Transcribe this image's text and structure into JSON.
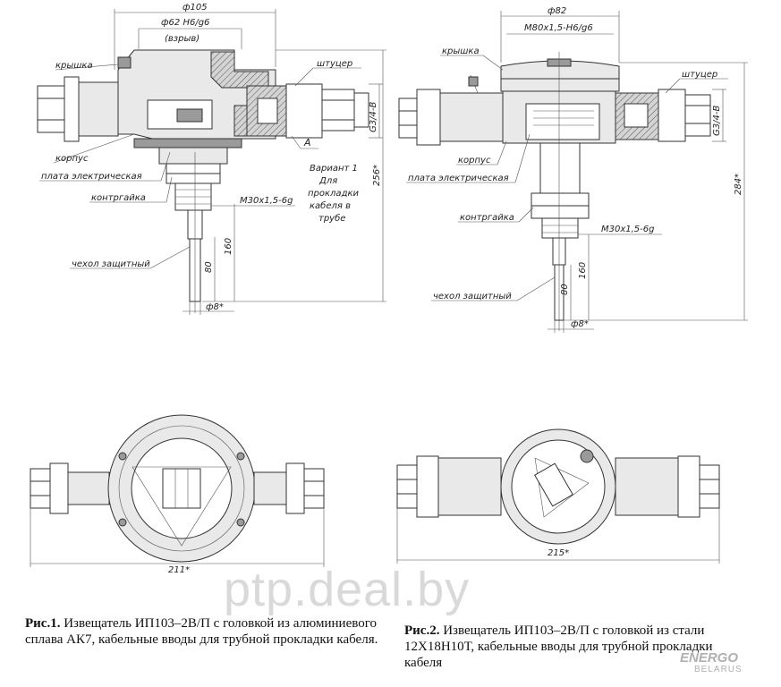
{
  "fig1": {
    "labels": {
      "cover": "крышка",
      "housing": "корпус",
      "board": "плата электрическая",
      "locknut": "контргайка",
      "sleeve": "чехол защитный",
      "fitting": "штуцер"
    },
    "dims": {
      "d105": "ф105",
      "d62": "ф62 H6/g6",
      "explosion": "(взрыв)",
      "thread_m30": "М30х1,5-6g",
      "g34": "G3/4-B",
      "h256": "256*",
      "h160": "160",
      "h80": "80",
      "d8": "ф8*",
      "w211": "211*"
    },
    "variant": {
      "marker": "А",
      "line1": "Вариант 1",
      "line2": "Для",
      "line3": "прокладки",
      "line4": "кабеля в",
      "line5": "трубе"
    },
    "caption": {
      "bold": "Рис.1.",
      "text": " Извещатель ИП103–2В/П с головкой из алюминиевого сплава АК7, кабельные вводы для трубной прокладки кабеля."
    }
  },
  "fig2": {
    "labels": {
      "cover": "крышка",
      "housing": "корпус",
      "board": "плата электрическая",
      "locknut": "контргайка",
      "sleeve": "чехол защитный",
      "fitting": "штуцер"
    },
    "dims": {
      "d82": "ф82",
      "thread_m80": "М80х1,5-H6/g6",
      "thread_m30": "М30х1,5-6g",
      "g34": "G3/4-B",
      "h284": "284*",
      "h160": "160",
      "h80": "80",
      "d8": "ф8*",
      "w215": "215*"
    },
    "caption": {
      "bold": "Рис.2.",
      "text": " Извещатель ИП103–2В/П с головкой из стали 12Х18Н10Т, кабельные вводы для трубной прокладки кабеля"
    }
  },
  "watermark": "ptp.deal.by",
  "brand": {
    "line1": "ENERGO",
    "line2": "BELARUS"
  }
}
